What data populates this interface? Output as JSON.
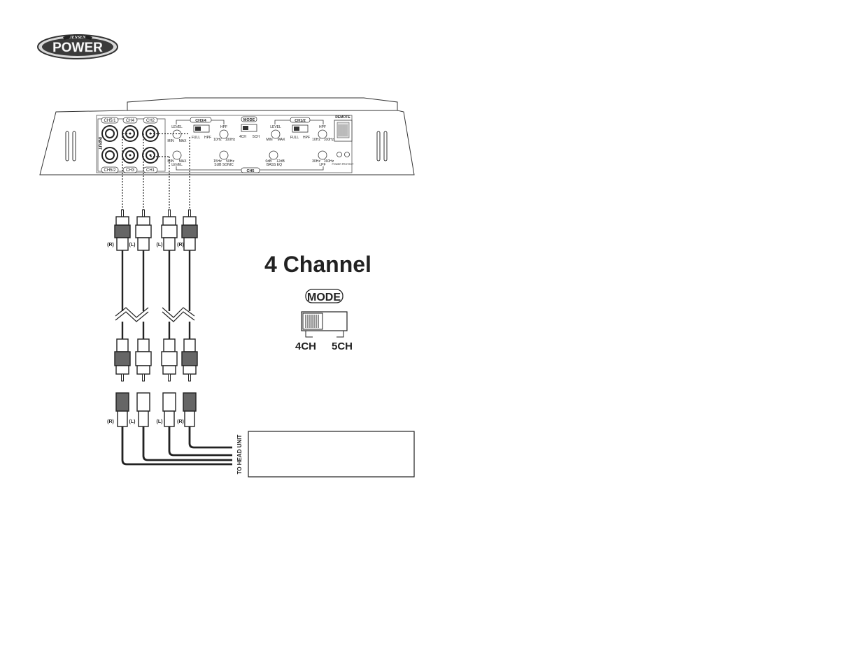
{
  "brand": {
    "small_text": "JENSEN",
    "main_text": "POWER"
  },
  "title": "4 Channel",
  "mode_switch": {
    "label": "MODE",
    "option_left": "4CH",
    "option_right": "5CH",
    "selected": "4CH"
  },
  "amplifier_panel": {
    "input_label": "INPUT",
    "jack_labels_top": [
      "CH5/1",
      "CH4",
      "CH2"
    ],
    "jack_labels_bottom": [
      "CH5/2",
      "CH3",
      "CH1"
    ],
    "ch34_group": "CH3/4",
    "ch12_group": "CH1/2",
    "mode_label": "MODE",
    "mode_4ch": "4CH",
    "mode_5ch": "5CH",
    "level": "LEVEL",
    "hpf": "HPF",
    "min": "MIN",
    "max": "MAX",
    "full": "FULL",
    "hpf_short": "HPF",
    "freq_10hz": "10Hz",
    "freq_100hz": "100Hz",
    "sub_sonic_low": "15Hz",
    "sub_sonic_high": "50Hz",
    "sub_sonic": "SUB SONIC",
    "bass_eq_low": "0dB",
    "bass_eq_high": "12dB",
    "bass_eq": "BASS EQ",
    "lpf_low": "30Hz",
    "lpf_high": "160Hz",
    "lpf": "LPF",
    "power_protect": "POWER PROTECT",
    "remote": "REMOTE",
    "ch5_group": "CH5"
  },
  "cable_labels_upper": [
    "(R)",
    "(L)",
    "(L)",
    "(R)"
  ],
  "cable_labels_lower": [
    "(R)",
    "(L)",
    "(L)",
    "(R)"
  ],
  "head_unit_label": "TO HEAD UNIT"
}
